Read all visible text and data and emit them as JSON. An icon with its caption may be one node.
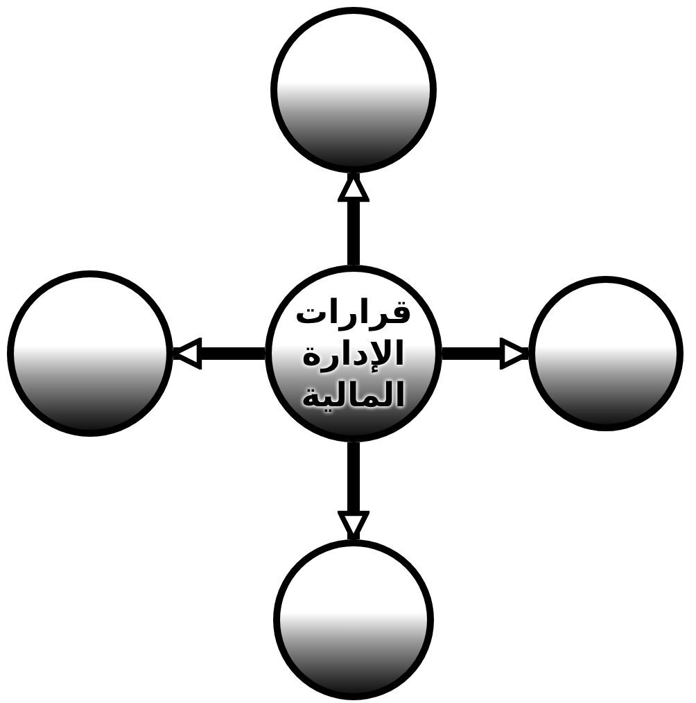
{
  "diagram": {
    "nodes": [
      {
        "text": [],
        "shape": "circle"
      },
      {
        "text": [],
        "shape": "circle"
      },
      {
        "text": [
          "قرارات الإدارة المالية"
        ]
      },
      {
        "text": [],
        "shape": "circle"
      },
      {
        "text": [],
        "shape": "circle"
      }
    ],
    "edges": [
      {
        "from": 2,
        "to": 0,
        "arrow": "to"
      },
      {
        "from": 2,
        "to": 1,
        "arrow": "to"
      },
      {
        "from": 2,
        "to": 3,
        "arrow": "to"
      },
      {
        "from": 2,
        "to": 4,
        "arrow": "to"
      }
    ]
  }
}
